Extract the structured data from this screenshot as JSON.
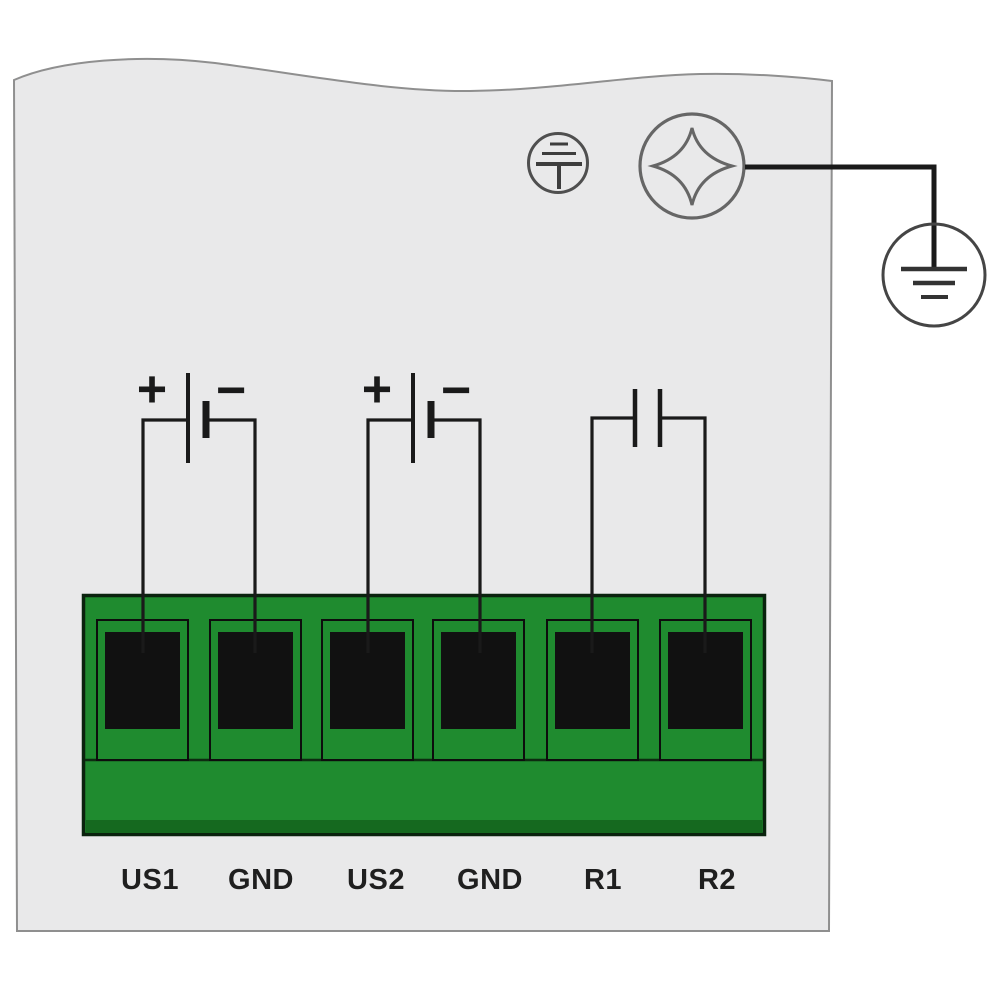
{
  "diagram": {
    "description": "Terminal block wiring diagram: two supply voltage inputs with battery symbols, one floating relay contact pair, and grounding screw connected to protective earth"
  },
  "terminals": {
    "labels": [
      "US1",
      "GND",
      "US2",
      "GND",
      "R1",
      "R2"
    ]
  },
  "battery_us1": {
    "plus_label": "+",
    "minus_label": "−"
  },
  "battery_us2": {
    "plus_label": "+",
    "minus_label": "−"
  },
  "icons": {
    "functional_earth": "inverted-earth-ground-in-circle",
    "mounting_screw": "phillips-cross-screw-head-in-circle",
    "protective_earth": "earth-ground-in-circle",
    "battery": "battery-cell-long-short-plate",
    "relay_contact": "open-contact-two-plates"
  },
  "colors": {
    "background": "#ffffff",
    "panel_fill": "#e9e9ea",
    "panel_border": "#8f8f8f",
    "block_green": "#1f8b2f",
    "block_green_dark": "#15691f",
    "block_border": "#0a230e",
    "terminal_opening": "#111111",
    "wire": "#1a1a1a",
    "symbol_gray": "#5a5a5a",
    "label_text": "#1f1f1f"
  }
}
